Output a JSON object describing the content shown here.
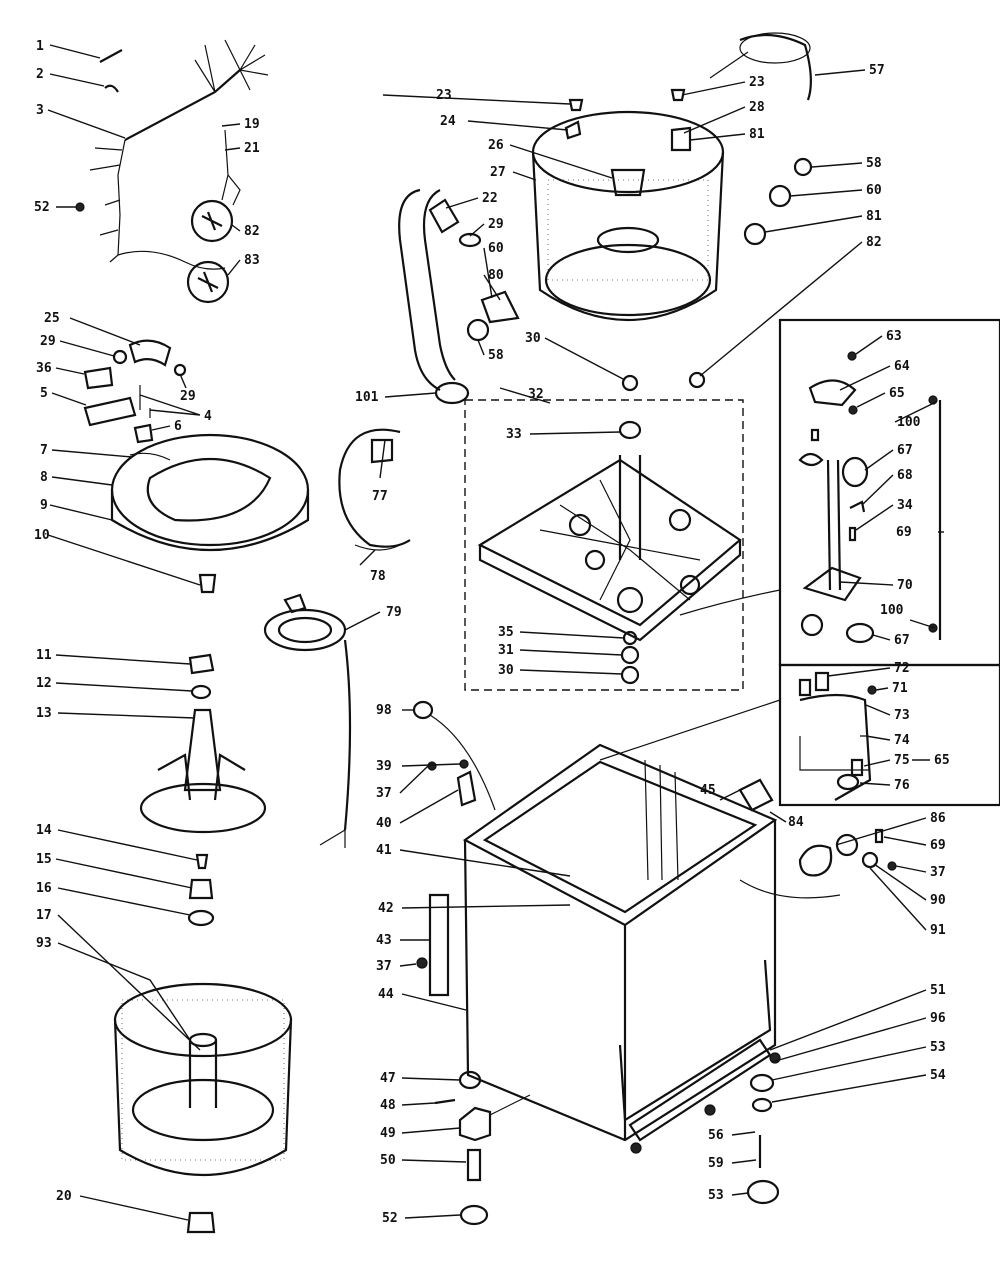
{
  "diagram": {
    "callouts": [
      {
        "id": "c1",
        "label": "1"
      },
      {
        "id": "c2",
        "label": "2"
      },
      {
        "id": "c3",
        "label": "3"
      },
      {
        "id": "c19",
        "label": "19"
      },
      {
        "id": "c21",
        "label": "21"
      },
      {
        "id": "c52a",
        "label": "52"
      },
      {
        "id": "c82a",
        "label": "82"
      },
      {
        "id": "c83",
        "label": "83"
      },
      {
        "id": "c25",
        "label": "25"
      },
      {
        "id": "c29a",
        "label": "29"
      },
      {
        "id": "c36",
        "label": "36"
      },
      {
        "id": "c29b",
        "label": "29"
      },
      {
        "id": "c5",
        "label": "5"
      },
      {
        "id": "c4",
        "label": "4"
      },
      {
        "id": "c6",
        "label": "6"
      },
      {
        "id": "c7",
        "label": "7"
      },
      {
        "id": "c8",
        "label": "8"
      },
      {
        "id": "c9",
        "label": "9"
      },
      {
        "id": "c10",
        "label": "10"
      },
      {
        "id": "c11",
        "label": "11"
      },
      {
        "id": "c12",
        "label": "12"
      },
      {
        "id": "c13",
        "label": "13"
      },
      {
        "id": "c14",
        "label": "14"
      },
      {
        "id": "c15",
        "label": "15"
      },
      {
        "id": "c16",
        "label": "16"
      },
      {
        "id": "c17",
        "label": "17"
      },
      {
        "id": "c93",
        "label": "93"
      },
      {
        "id": "c20",
        "label": "20"
      },
      {
        "id": "c77",
        "label": "77"
      },
      {
        "id": "c78",
        "label": "78"
      },
      {
        "id": "c79",
        "label": "79"
      },
      {
        "id": "c23a",
        "label": "23"
      },
      {
        "id": "c24",
        "label": "24"
      },
      {
        "id": "c26",
        "label": "26"
      },
      {
        "id": "c27",
        "label": "27"
      },
      {
        "id": "c22",
        "label": "22"
      },
      {
        "id": "c29c",
        "label": "29"
      },
      {
        "id": "c60a",
        "label": "60"
      },
      {
        "id": "c80a",
        "label": "80"
      },
      {
        "id": "c58a",
        "label": "58"
      },
      {
        "id": "c30a",
        "label": "30"
      },
      {
        "id": "c101",
        "label": "101"
      },
      {
        "id": "c23b",
        "label": "23"
      },
      {
        "id": "c28",
        "label": "28"
      },
      {
        "id": "c81a",
        "label": "81"
      },
      {
        "id": "c57",
        "label": "57"
      },
      {
        "id": "c58b",
        "label": "58"
      },
      {
        "id": "c60b",
        "label": "60"
      },
      {
        "id": "c81b",
        "label": "81"
      },
      {
        "id": "c82b",
        "label": "82"
      },
      {
        "id": "c32",
        "label": "32"
      },
      {
        "id": "c33",
        "label": "33"
      },
      {
        "id": "c35",
        "label": "35"
      },
      {
        "id": "c31",
        "label": "31"
      },
      {
        "id": "c30b",
        "label": "30"
      },
      {
        "id": "c63",
        "label": "63"
      },
      {
        "id": "c64",
        "label": "64"
      },
      {
        "id": "c65a",
        "label": "65"
      },
      {
        "id": "c100a",
        "label": "100"
      },
      {
        "id": "c67a",
        "label": "67"
      },
      {
        "id": "c68",
        "label": "68"
      },
      {
        "id": "c34",
        "label": "34"
      },
      {
        "id": "c69a",
        "label": "69"
      },
      {
        "id": "c70",
        "label": "70"
      },
      {
        "id": "c100b",
        "label": "100"
      },
      {
        "id": "c67b",
        "label": "67"
      },
      {
        "id": "c72",
        "label": "72"
      },
      {
        "id": "c71",
        "label": "71"
      },
      {
        "id": "c73",
        "label": "73"
      },
      {
        "id": "c74",
        "label": "74"
      },
      {
        "id": "c75",
        "label": "75"
      },
      {
        "id": "c65b",
        "label": "65"
      },
      {
        "id": "c76",
        "label": "76"
      },
      {
        "id": "c98",
        "label": "98"
      },
      {
        "id": "c39",
        "label": "39"
      },
      {
        "id": "c37a",
        "label": "37"
      },
      {
        "id": "c40",
        "label": "40"
      },
      {
        "id": "c41",
        "label": "41"
      },
      {
        "id": "c42",
        "label": "42"
      },
      {
        "id": "c43",
        "label": "43"
      },
      {
        "id": "c37b",
        "label": "37"
      },
      {
        "id": "c44",
        "label": "44"
      },
      {
        "id": "c45",
        "label": "45"
      },
      {
        "id": "c84",
        "label": "84"
      },
      {
        "id": "c86",
        "label": "86"
      },
      {
        "id": "c69b",
        "label": "69"
      },
      {
        "id": "c37c",
        "label": "37"
      },
      {
        "id": "c90",
        "label": "90"
      },
      {
        "id": "c91",
        "label": "91"
      },
      {
        "id": "c51",
        "label": "51"
      },
      {
        "id": "c96",
        "label": "96"
      },
      {
        "id": "c53a",
        "label": "53"
      },
      {
        "id": "c54",
        "label": "54"
      },
      {
        "id": "c56",
        "label": "56"
      },
      {
        "id": "c59",
        "label": "59"
      },
      {
        "id": "c53b",
        "label": "53"
      },
      {
        "id": "c47",
        "label": "47"
      },
      {
        "id": "c48",
        "label": "48"
      },
      {
        "id": "c49",
        "label": "49"
      },
      {
        "id": "c50",
        "label": "50"
      },
      {
        "id": "c52b",
        "label": "52"
      }
    ]
  }
}
